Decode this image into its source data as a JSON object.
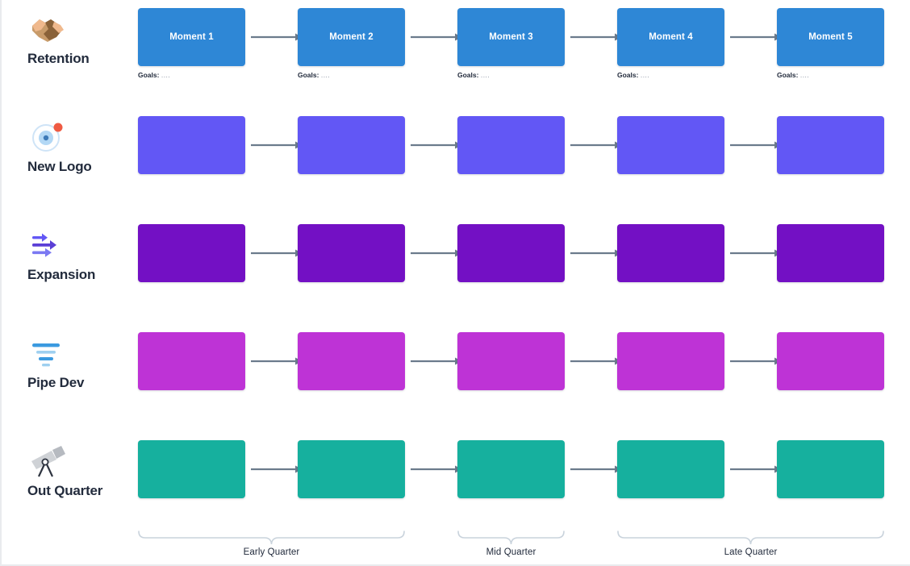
{
  "rows": [
    {
      "label": "Retention",
      "icon": "handshake-icon",
      "color": "#2e87d6",
      "cells": [
        {
          "label": "Moment 1",
          "goals_label": "Goals:",
          "goals_value": "...."
        },
        {
          "label": "Moment 2",
          "goals_label": "Goals:",
          "goals_value": "...."
        },
        {
          "label": "Moment 3",
          "goals_label": "Goals:",
          "goals_value": "...."
        },
        {
          "label": "Moment 4",
          "goals_label": "Goals:",
          "goals_value": "...."
        },
        {
          "label": "Moment 5",
          "goals_label": "Goals:",
          "goals_value": "...."
        }
      ]
    },
    {
      "label": "New Logo",
      "icon": "target-dot-icon",
      "color": "#6257f5",
      "cells": [
        {
          "label": "",
          "goals_label": "",
          "goals_value": ""
        },
        {
          "label": "",
          "goals_label": "",
          "goals_value": ""
        },
        {
          "label": "",
          "goals_label": "",
          "goals_value": ""
        },
        {
          "label": "",
          "goals_label": "",
          "goals_value": ""
        },
        {
          "label": "",
          "goals_label": "",
          "goals_value": ""
        }
      ]
    },
    {
      "label": "Expansion",
      "icon": "arrows-right-icon",
      "color": "#7310c4",
      "cells": [
        {
          "label": "",
          "goals_label": "",
          "goals_value": ""
        },
        {
          "label": "",
          "goals_label": "",
          "goals_value": ""
        },
        {
          "label": "",
          "goals_label": "",
          "goals_value": ""
        },
        {
          "label": "",
          "goals_label": "",
          "goals_value": ""
        },
        {
          "label": "",
          "goals_label": "",
          "goals_value": ""
        }
      ]
    },
    {
      "label": "Pipe Dev",
      "icon": "funnel-icon",
      "color": "#be33d6",
      "cells": [
        {
          "label": "",
          "goals_label": "",
          "goals_value": ""
        },
        {
          "label": "",
          "goals_label": "",
          "goals_value": ""
        },
        {
          "label": "",
          "goals_label": "",
          "goals_value": ""
        },
        {
          "label": "",
          "goals_label": "",
          "goals_value": ""
        },
        {
          "label": "",
          "goals_label": "",
          "goals_value": ""
        }
      ]
    },
    {
      "label": "Out Quarter",
      "icon": "telescope-icon",
      "color": "#16b09e",
      "cells": [
        {
          "label": "",
          "goals_label": "",
          "goals_value": ""
        },
        {
          "label": "",
          "goals_label": "",
          "goals_value": ""
        },
        {
          "label": "",
          "goals_label": "",
          "goals_value": ""
        },
        {
          "label": "",
          "goals_label": "",
          "goals_value": ""
        },
        {
          "label": "",
          "goals_label": "",
          "goals_value": ""
        }
      ]
    }
  ],
  "timeline": {
    "brackets": [
      {
        "label": "Early Quarter",
        "span_start": 0,
        "span_end": 1
      },
      {
        "label": "Mid Quarter",
        "span_start": 2,
        "span_end": 2
      },
      {
        "label": "Late Quarter",
        "span_start": 3,
        "span_end": 4
      }
    ]
  },
  "colors": {
    "arrow": "#6b7b8c",
    "bracket": "#c9d3dc",
    "text": "#222b3c",
    "background": "#ffffff",
    "rule": "#e9ebee"
  }
}
